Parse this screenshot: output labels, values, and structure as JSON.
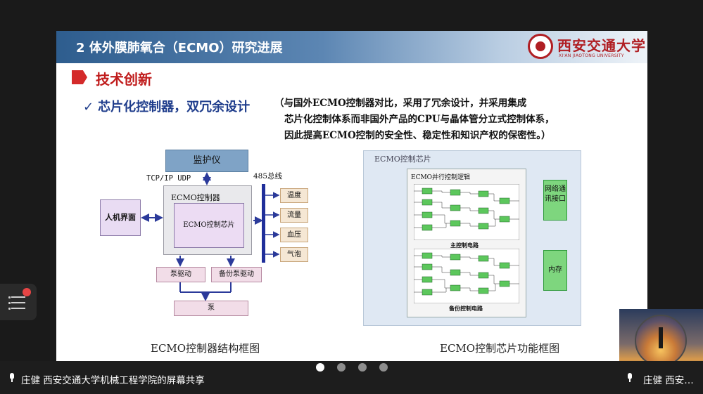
{
  "slide": {
    "header_title": "2 体外膜肺氧合（ECMO）研究进展",
    "logo_text": "西安交通大学",
    "logo_subtext": "XI'AN JIAOTONG UNIVERSITY",
    "section_title": "技术创新",
    "bullet_check": "✓",
    "bullet_text": "芯片化控制器，双冗余设计",
    "description_lines": [
      "（与国外ECMO控制器对比，采用了冗余设计，并采用集成",
      "芯片化控制体系而非国外产品的CPU与晶体管分立式控制体系，",
      "因此提高ECMO控制的安全性、稳定性和知识产权的保密性。）"
    ],
    "left_diagram": {
      "monitor": "监护仪",
      "protocol_label": "TCP/IP UDP",
      "bus_label": "485总线",
      "controller": "ECMO控制器",
      "chip": "ECMO控制芯片",
      "hmi": "人机界面",
      "sensors": [
        "温度",
        "流量",
        "血压",
        "气泡"
      ],
      "pump_driver": "泵驱动",
      "backup_pump_driver": "备份泵驱动",
      "pump": "泵",
      "caption": "ECMO控制器结构框图"
    },
    "right_diagram": {
      "title": "ECMO控制芯片",
      "inner_title": "ECMO并行控制逻辑",
      "main_circuit": "主控制电路",
      "backup_circuit": "备份控制电路",
      "network_interface": "网络通讯接口",
      "memory": "内存",
      "caption": "ECMO控制芯片功能框图"
    }
  },
  "meeting": {
    "share_text": "庄健 西安交通大学机械工程学院的屏幕共享",
    "right_name": "庄健 西安…",
    "page_dots": 4,
    "active_dot": 1
  },
  "colors": {
    "header_blue": "#2e5d8e",
    "accent_red": "#d42a2a",
    "bullet_blue": "#1f3d8c"
  }
}
